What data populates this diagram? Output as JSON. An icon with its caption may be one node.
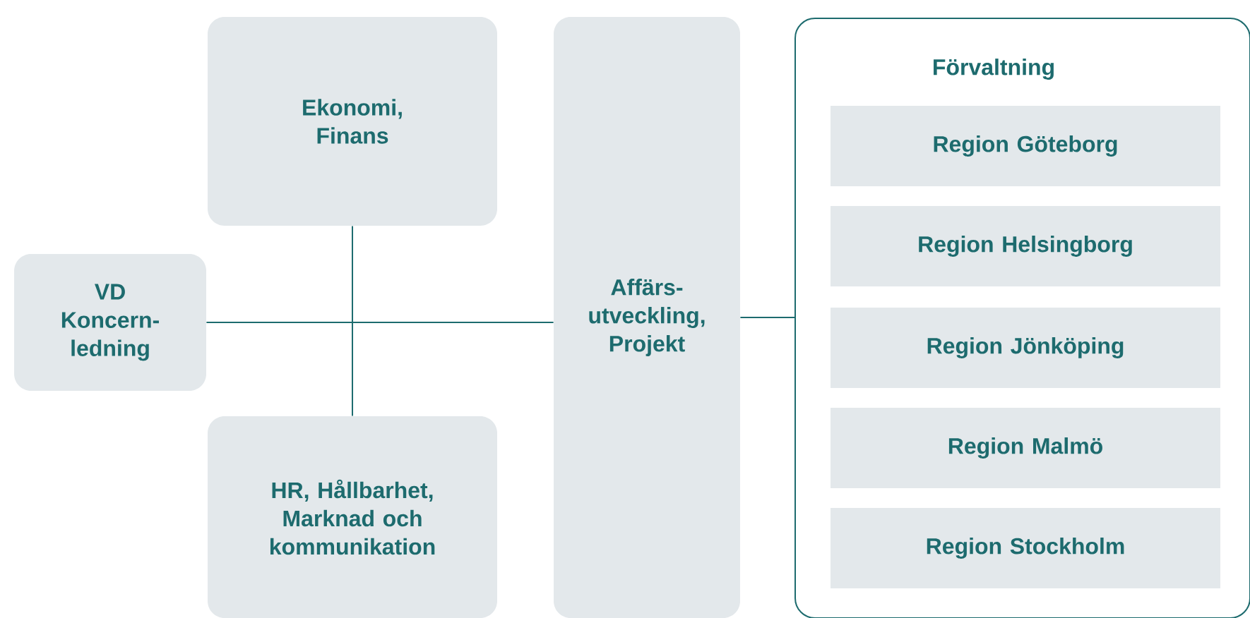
{
  "diagram": {
    "nodes": [
      {
        "text": [
          "VD Koncern- ledning"
        ]
      },
      {
        "text": [
          "Ekonomi, Finans"
        ]
      },
      {
        "text": [
          "HR, Hållbarhet, Marknad och kommunikation"
        ]
      },
      {
        "text": [
          "Affärs- utveckling, Projekt"
        ]
      },
      {
        "text": [
          "Förvaltning"
        ]
      },
      {
        "text": [
          "Region Göteborg"
        ],
        "in": 4
      },
      {
        "text": [
          "Region Helsingborg"
        ],
        "in": 4
      },
      {
        "text": [
          "Region Jönköping"
        ],
        "in": 4
      },
      {
        "text": [
          "Region Malmö"
        ],
        "in": 4
      },
      {
        "text": [
          "Region Stockholm"
        ],
        "in": 4
      }
    ],
    "edges": [
      {
        "from": 0,
        "to": 3,
        "arrow": "none"
      },
      {
        "from": 1,
        "to": 2,
        "arrow": "none"
      },
      {
        "from": 3,
        "to": 4,
        "arrow": "none"
      }
    ]
  }
}
